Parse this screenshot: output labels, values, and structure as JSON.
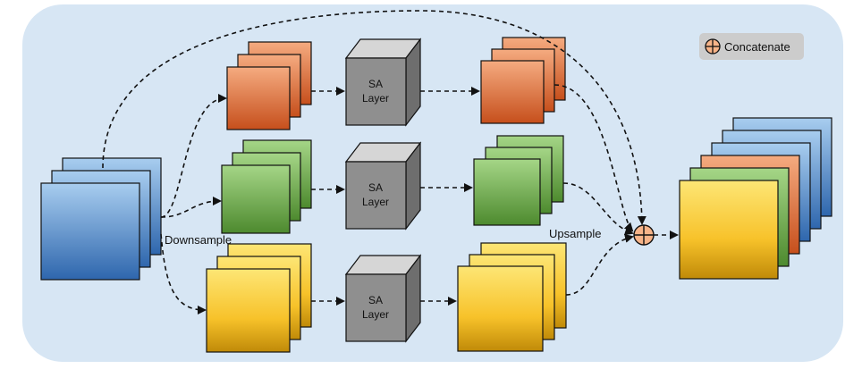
{
  "legend": {
    "text": "Concatenate",
    "icon": "circle-plus-icon"
  },
  "labels": {
    "downsample": "Downsample",
    "upsample": "Upsample"
  },
  "sa_layer": {
    "line1": "SA",
    "line2": "Layer"
  },
  "colors": {
    "panel": "#d7e6f4",
    "legend_bg": "#cccccc",
    "blue_light": "#a8cdef",
    "blue_dark": "#2e66ad",
    "orange_light": "#f5ab80",
    "orange_dark": "#c64f1c",
    "green_light": "#a5d687",
    "green_dark": "#4d8a2e",
    "yellow_light": "#fde675",
    "yellow_dark": "#c08a08",
    "cube_front": "#8f8f8f",
    "cube_top": "#d6d6d6",
    "cube_side": "#6e6e6e"
  }
}
